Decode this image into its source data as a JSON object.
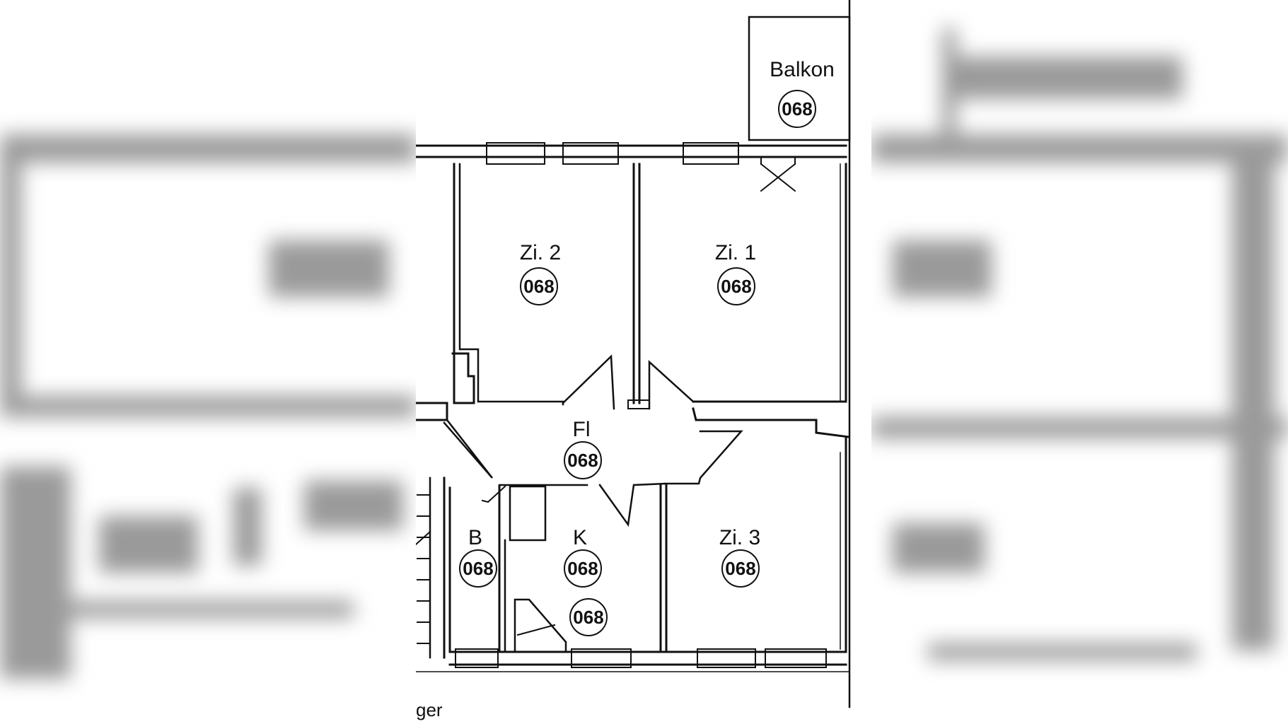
{
  "colors": {
    "line": "#111111",
    "paper": "#ffffff",
    "blur": "#9a9a9a"
  },
  "rooms": [
    {
      "id": "balkon",
      "label": "Balkon",
      "code": "068"
    },
    {
      "id": "zi2",
      "label": "Zi. 2",
      "code": "068"
    },
    {
      "id": "zi1",
      "label": "Zi. 1",
      "code": "068"
    },
    {
      "id": "fl",
      "label": "Fl",
      "code": "068"
    },
    {
      "id": "b",
      "label": "B",
      "code": "068"
    },
    {
      "id": "k",
      "label": "K",
      "code": "068"
    },
    {
      "id": "zi3",
      "label": "Zi. 3",
      "code": "068"
    },
    {
      "id": "abst",
      "label": "",
      "code": "068"
    }
  ],
  "footer_text": "ger"
}
